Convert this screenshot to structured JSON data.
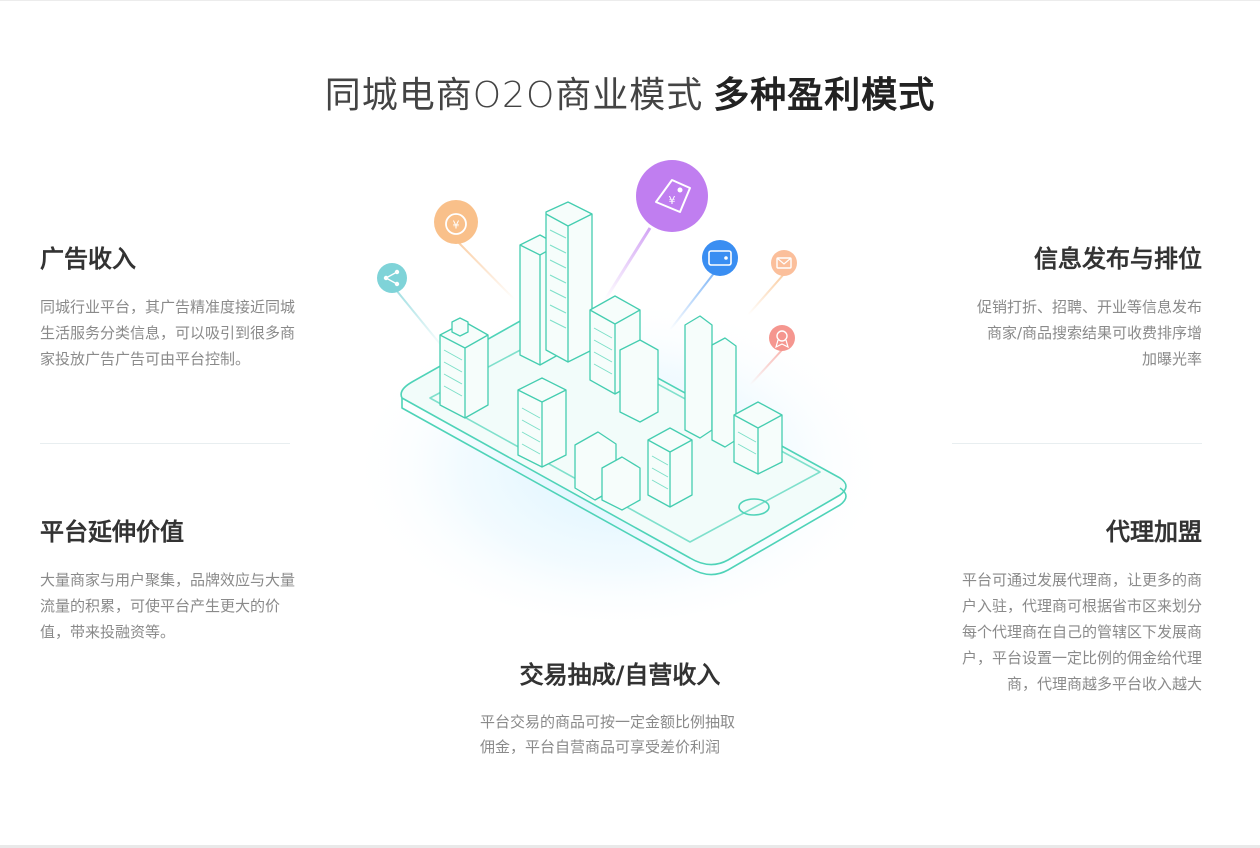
{
  "heading": {
    "light": "同城电商O2O商业模式",
    "bold": "多种盈利模式"
  },
  "features": {
    "ad_income": {
      "title": "广告收入",
      "desc": "同城行业平台，其广告精准度接近同城生活服务分类信息，可以吸引到很多商家投放广告广告可由平台控制。"
    },
    "platform_value": {
      "title": "平台延伸价值",
      "desc": "大量商家与用户聚集，品牌效应与大量流量的积累，可使平台产生更大的价值，带来投融资等。"
    },
    "info_ranking": {
      "title": "信息发布与排位",
      "lines": [
        "促销打折、招聘、开业等信息发布",
        "商家/商品搜索结果可收费排序增",
        "加曝光率"
      ]
    },
    "agent_franchise": {
      "title": "代理加盟",
      "lines": [
        "平台可通过发展代理商，让更多的商",
        "户入驻，代理商可根据省市区来划分",
        "每个代理商在自己的管辖区下发展商",
        "户，平台设置一定比例的佣金给代理",
        "商，代理商越多平台收入越大"
      ]
    },
    "transaction": {
      "title": "交易抽成/自营收入",
      "lines": [
        "平台交易的商品可按一定金额比例抽取",
        "佣金，平台自营商品可享受差价利润"
      ]
    }
  },
  "icons": {
    "share": "share-icon",
    "money_bag": "money-bag-icon",
    "price_tag": "price-tag-icon",
    "wallet": "wallet-icon",
    "mail": "mail-icon",
    "badge": "badge-icon",
    "yen_glyph": "¥"
  },
  "colors": {
    "accent_teal": "#3fcfb0",
    "tag_purple": "#c07ef0",
    "bag_orange": "#f9c08a",
    "share_teal": "#7fd3d8",
    "wallet_blue": "#3a8ef2",
    "mail_orange": "#fbbf9b",
    "badge_pink": "#f5968f"
  }
}
